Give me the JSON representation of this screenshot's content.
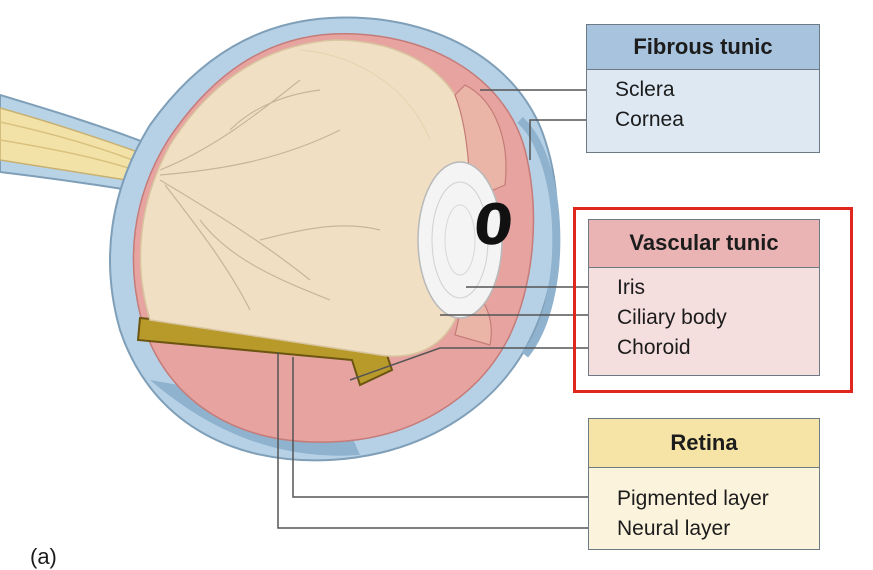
{
  "fibrous_tunic": {
    "title": "Fibrous tunic",
    "items": [
      "Sclera",
      "Cornea"
    ]
  },
  "vascular_tunic": {
    "title": "Vascular tunic",
    "items": [
      "Iris",
      "Ciliary body",
      "Choroid"
    ]
  },
  "retina": {
    "title": "Retina",
    "items": [
      "Pigmented layer",
      "Neural layer"
    ]
  },
  "handwritten_annotation": "0",
  "figure_label": "(a)",
  "colors": {
    "fibrous": "#a7c3de",
    "vascular": "#ebb4b4",
    "retina": "#f6e3a6",
    "highlight": "#e0261d"
  }
}
